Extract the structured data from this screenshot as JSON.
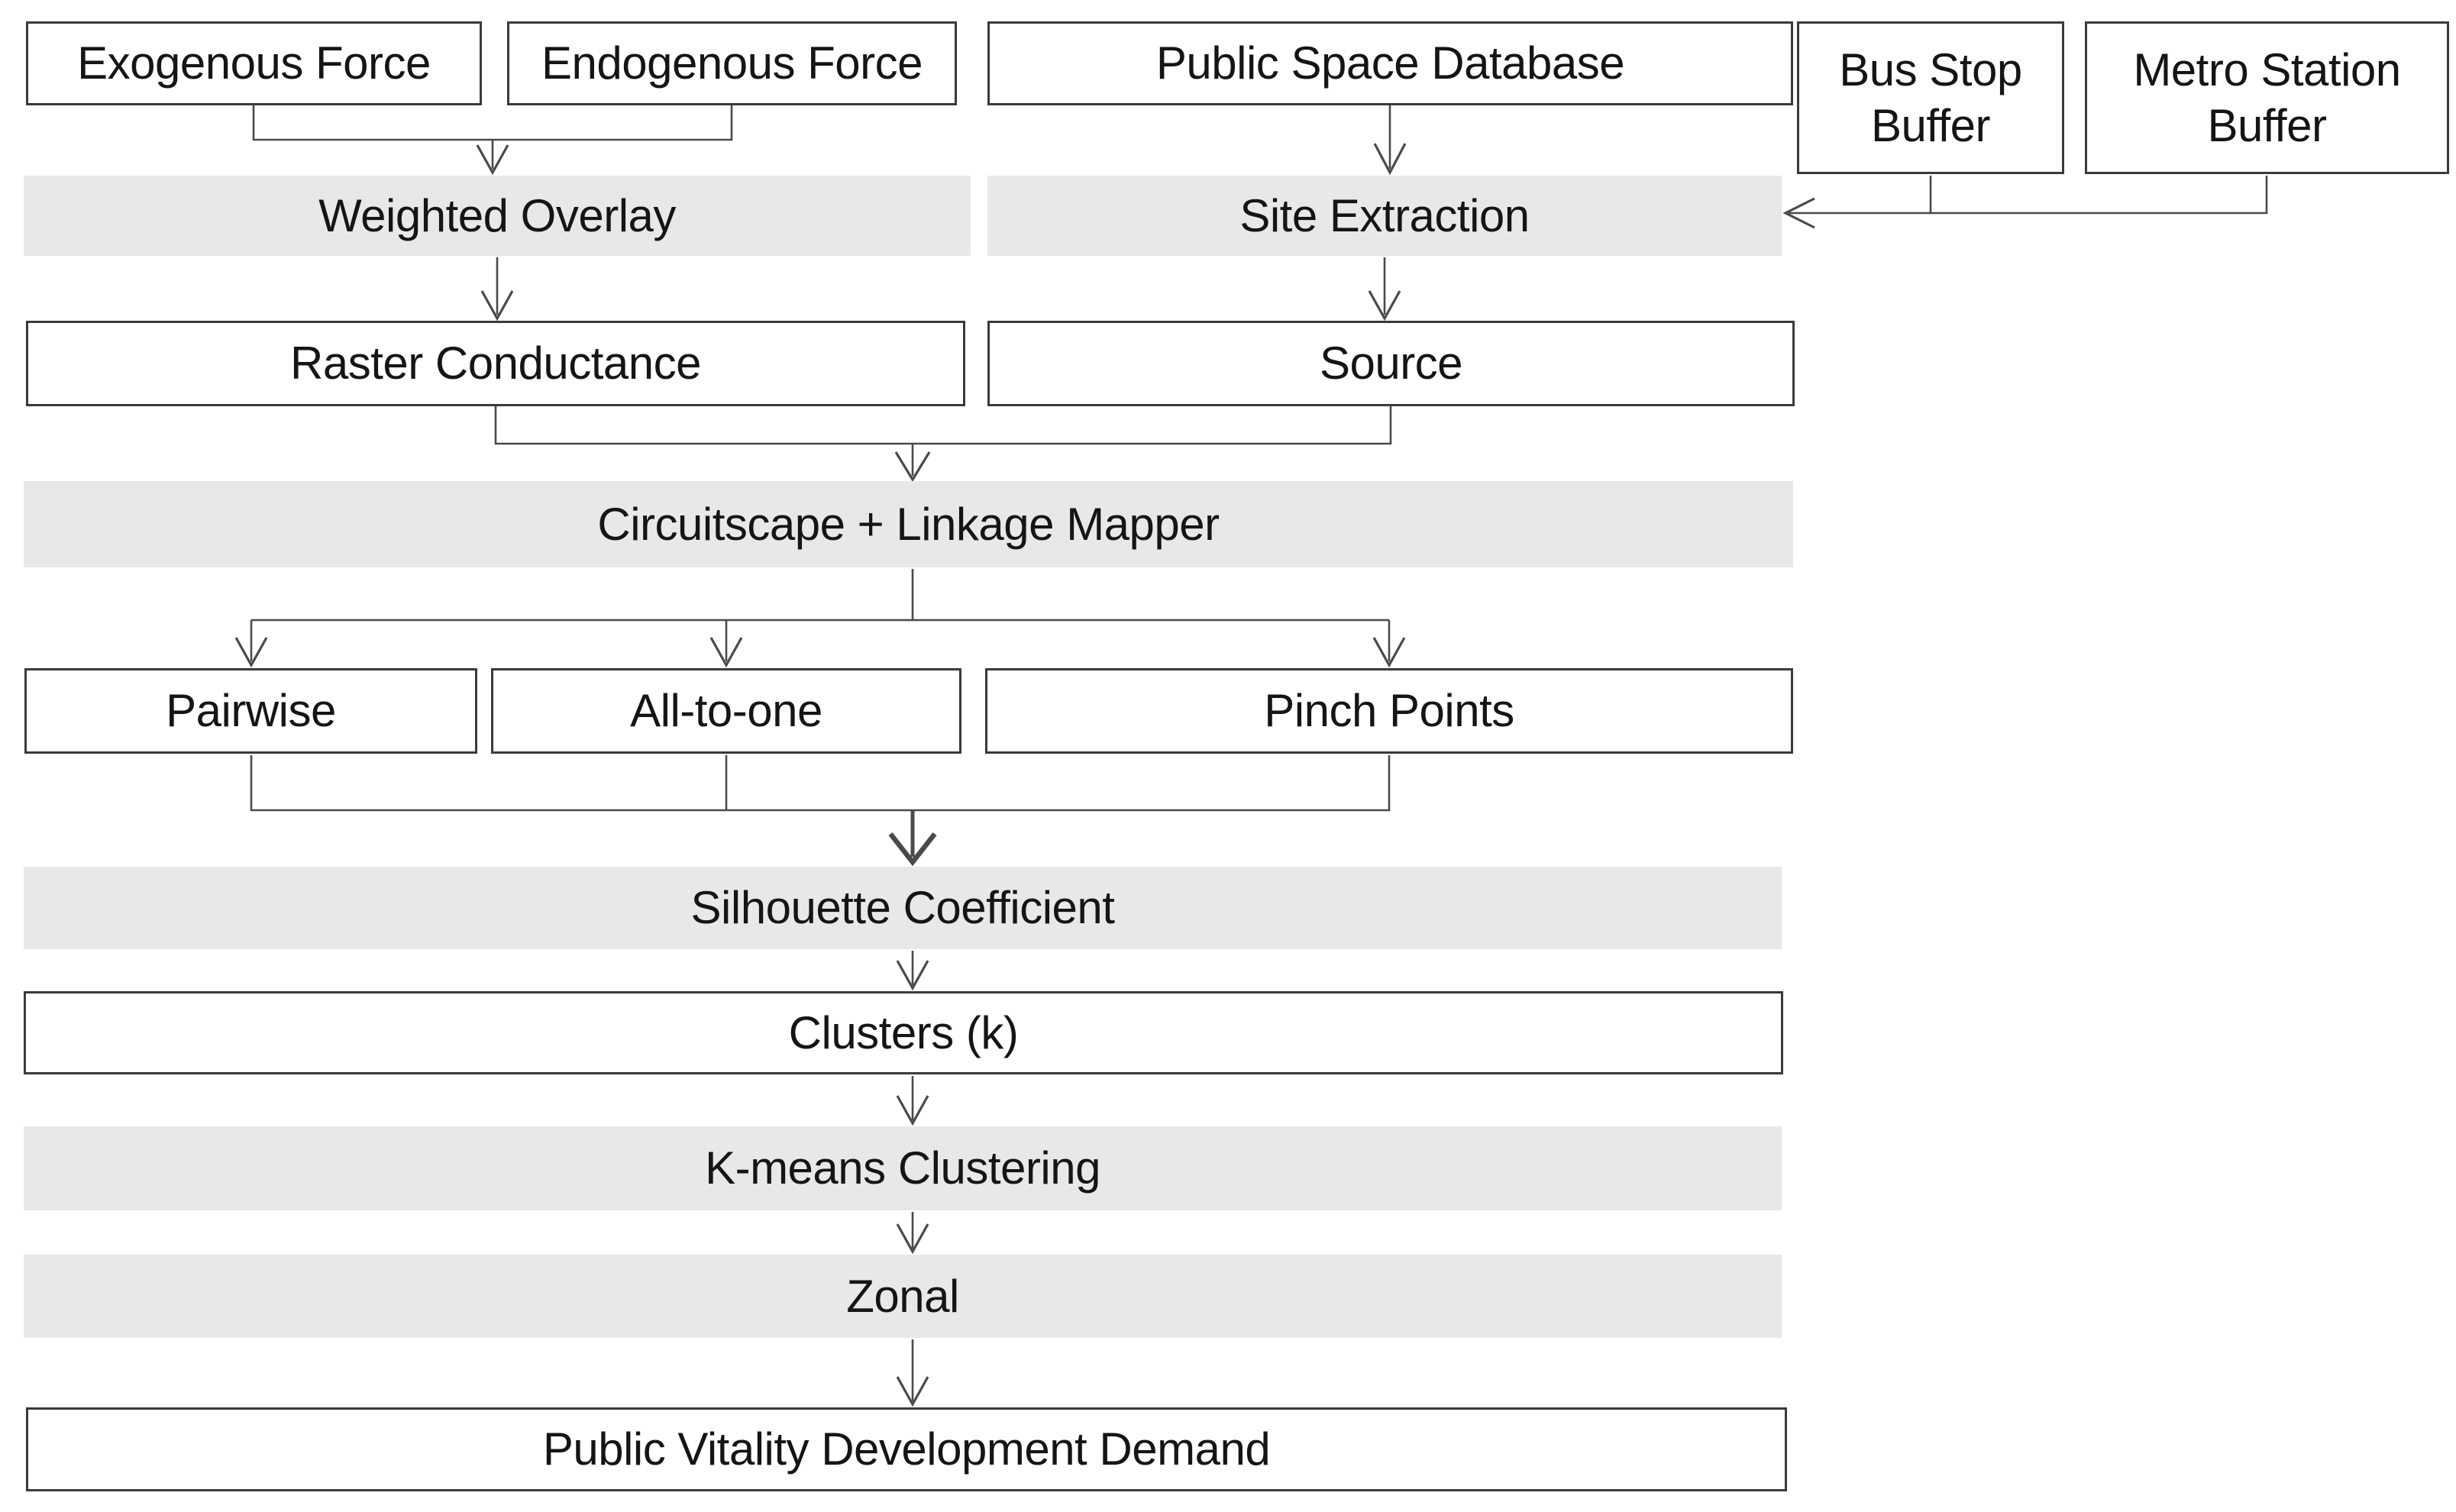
{
  "title": "Public vitality analysis workflow flowchart",
  "nodes": {
    "exogenous_force": "Exogenous Force",
    "endogenous_force": "Endogenous Force",
    "public_space_database": "Public Space Database",
    "bus_stop_buffer": "Bus Stop Buffer",
    "metro_station_buffer": "Metro Station Buffer",
    "weighted_overlay": "Weighted Overlay",
    "site_extraction": "Site Extraction",
    "raster_conductance": "Raster Conductance",
    "source": "Source",
    "circuitscape_linkage_mapper": "Circuitscape + Linkage Mapper",
    "pairwise": "Pairwise",
    "all_to_one": "All-to-one",
    "pinch_points": "Pinch Points",
    "silhouette_coefficient": "Silhouette Coefficient",
    "clusters_k": "Clusters (k)",
    "k_means_clustering": "K-means Clustering",
    "zonal": "Zonal",
    "public_vitality_development_demand": "Public Vitality Development Demand"
  },
  "colors": {
    "process_bar_fill": "#e8e8e8",
    "box_border": "#3a3a3a",
    "connector": "#4a4a4a",
    "text": "#151515",
    "background": "#ffffff"
  }
}
